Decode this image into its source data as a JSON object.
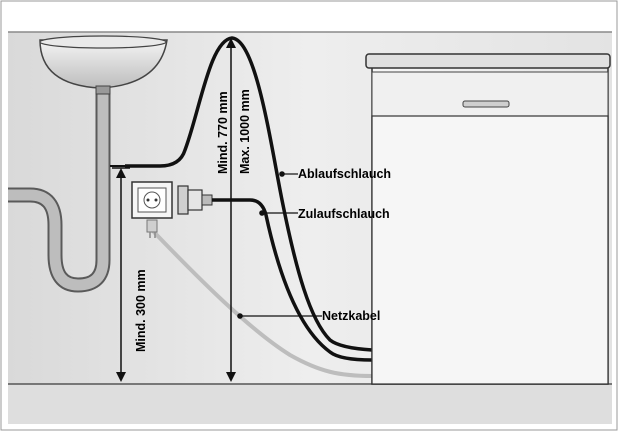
{
  "labels": {
    "drain_hose": "Ablaufschlauch",
    "inlet_hose": "Zulaufschlauch",
    "power_cable": "Netzkabel",
    "min_300": "Mind. 300 mm",
    "min_770": "Mind. 770 mm",
    "max_1000": "Max. 1000 mm"
  },
  "colors": {
    "wall": "#e6e6e6",
    "floor": "#cfcfcf",
    "appliance": "#f2f2f2",
    "hose": "#111111",
    "cable": "#bdbdbd",
    "pipe": "#a8a8a8"
  }
}
